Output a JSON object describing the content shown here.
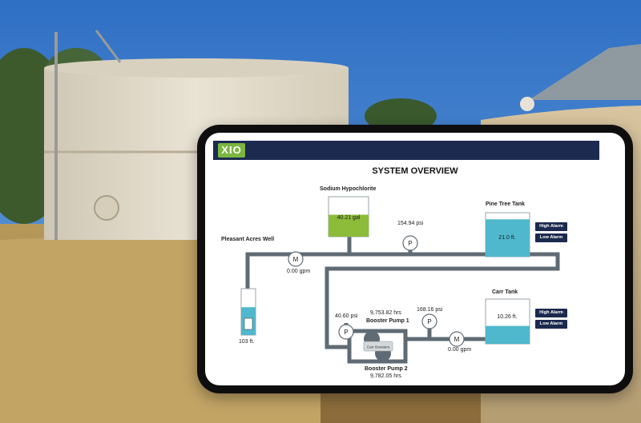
{
  "app": {
    "logo_text": "XIO",
    "title": "SYSTEM OVERVIEW"
  },
  "sodium_hypochlorite": {
    "label": "Sodium Hypochlorite",
    "value": "40.21 gal",
    "fill_fraction": 0.55
  },
  "pressure_main": {
    "value": "154.94 psi",
    "symbol": "P"
  },
  "pine_tree_tank": {
    "label": "Pine Tree Tank",
    "value": "21.0 ft.",
    "fill_fraction": 0.85,
    "high_alarm": "High Alarm",
    "low_alarm": "Low Alarm"
  },
  "pleasant_acres_well": {
    "label": "Pleasant Acres Well",
    "meter_symbol": "M",
    "flow": "0.00 gpm",
    "level": "103 ft.",
    "fill_fraction": 0.6
  },
  "carr_tank": {
    "label": "Carr Tank",
    "value": "10.26 ft.",
    "fill_fraction": 0.4,
    "high_alarm": "High Alarm",
    "low_alarm": "Low Alarm"
  },
  "booster_station": {
    "pump1_label": "Booster Pump 1",
    "pump1_hours": "9,753.82 hrs",
    "pump2_label": "Booster Pump 2",
    "pump2_hours": "9,782.05 hrs",
    "group_label": "Carr Boosters",
    "suction_pressure": "40.60 psi",
    "discharge_pressure": "168.16 psi",
    "pressure_symbol": "P",
    "meter_symbol": "M",
    "flow": "0.00 gpm"
  },
  "colors": {
    "header": "#1b2a4e",
    "logo": "#7bb542",
    "pipe": "#5f6b74",
    "water": "#4fb8cc",
    "chemical": "#8dbb3a",
    "sky": "#3f7fcf"
  }
}
